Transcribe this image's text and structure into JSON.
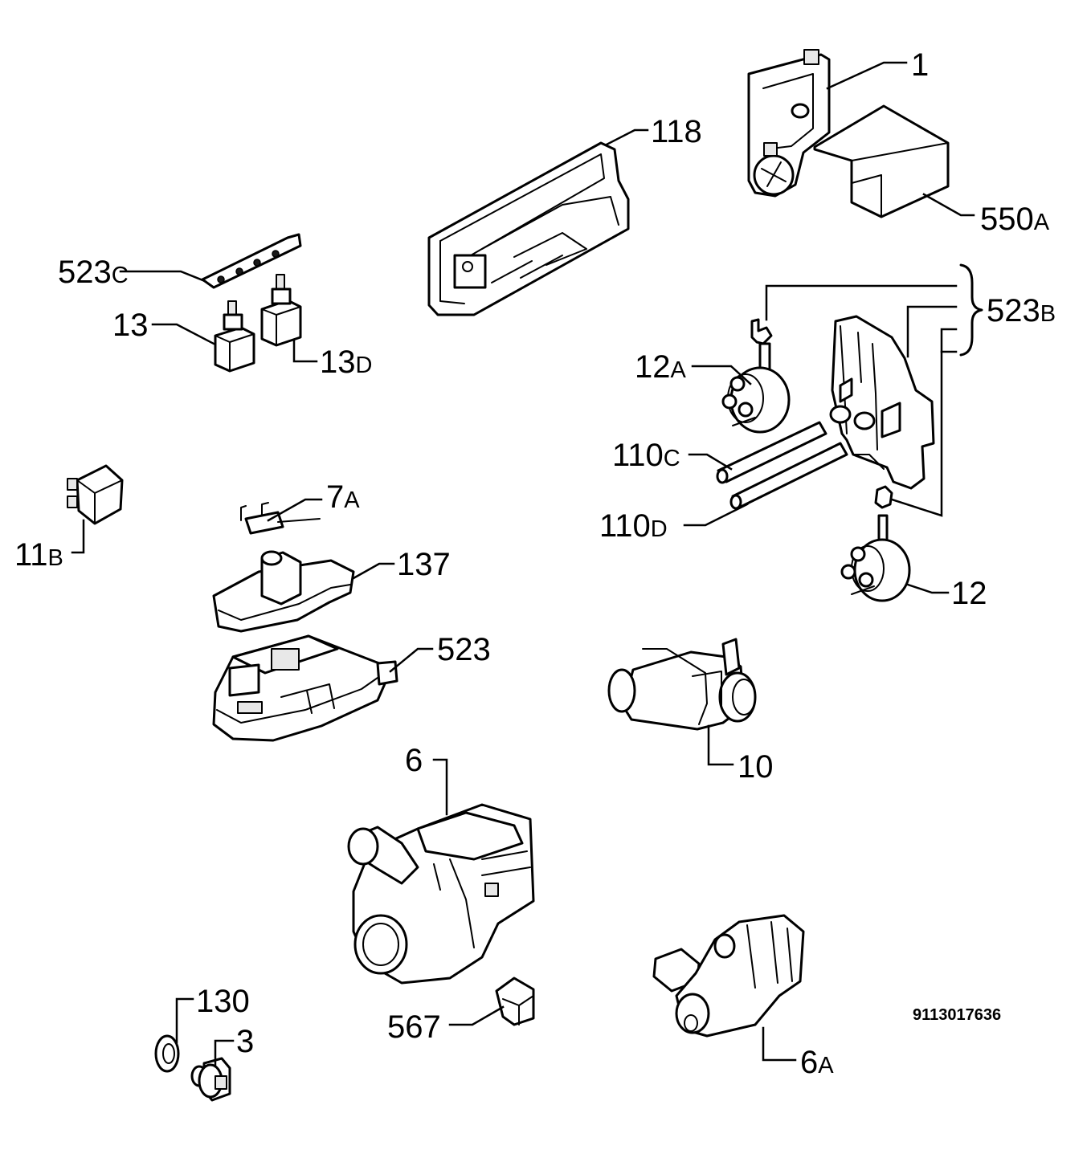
{
  "diagram": {
    "drawing_number": "9113017636",
    "callouts": [
      {
        "id": "c1",
        "num": "1",
        "suffix": ""
      },
      {
        "id": "c118",
        "num": "118",
        "suffix": ""
      },
      {
        "id": "c550a",
        "num": "550",
        "suffix": "A"
      },
      {
        "id": "c523c",
        "num": "523",
        "suffix": "C"
      },
      {
        "id": "c523b",
        "num": "523",
        "suffix": "B"
      },
      {
        "id": "c13",
        "num": "13",
        "suffix": ""
      },
      {
        "id": "c13d",
        "num": "13",
        "suffix": "D"
      },
      {
        "id": "c12a",
        "num": "12",
        "suffix": "A"
      },
      {
        "id": "c110c",
        "num": "110",
        "suffix": "C"
      },
      {
        "id": "c110d",
        "num": "110",
        "suffix": "D"
      },
      {
        "id": "c7a",
        "num": "7",
        "suffix": "A"
      },
      {
        "id": "c11b",
        "num": "11",
        "suffix": "B"
      },
      {
        "id": "c137",
        "num": "137",
        "suffix": ""
      },
      {
        "id": "c12",
        "num": "12",
        "suffix": ""
      },
      {
        "id": "c523",
        "num": "523",
        "suffix": ""
      },
      {
        "id": "c10",
        "num": "10",
        "suffix": ""
      },
      {
        "id": "c6",
        "num": "6",
        "suffix": ""
      },
      {
        "id": "c130",
        "num": "130",
        "suffix": ""
      },
      {
        "id": "c3",
        "num": "3",
        "suffix": ""
      },
      {
        "id": "c567",
        "num": "567",
        "suffix": ""
      },
      {
        "id": "c6a",
        "num": "6",
        "suffix": "A"
      }
    ]
  }
}
